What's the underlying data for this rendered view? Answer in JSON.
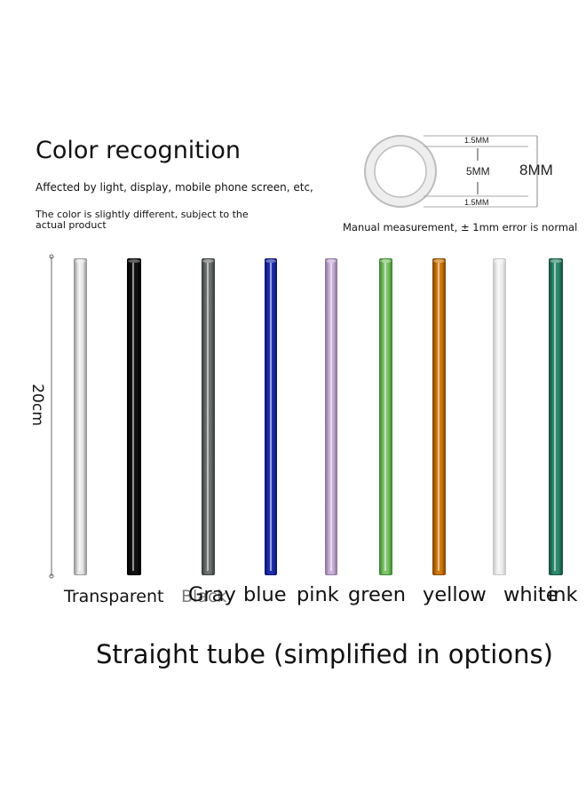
{
  "header": {
    "title": "Color recognition",
    "note_line1": "Affected by light, display, mobile phone screen, etc,",
    "note_line2": "The color is slightly different, subject to the actual product"
  },
  "diagram": {
    "wall_top": "1.5MM",
    "inner": "5MM",
    "outer": "8MM",
    "wall_bottom": "1.5MM",
    "note": "Manual measurement, ± 1mm error is normal"
  },
  "length_label": "20cm",
  "straws": [
    {
      "name": "Transparent",
      "color": "#e8e8e8",
      "edge": "#9a9a9a"
    },
    {
      "name": "Black",
      "color": "#111111",
      "edge": "#000000"
    },
    {
      "name": "Gray",
      "color": "#6f7370",
      "edge": "#3e423f"
    },
    {
      "name": "blue",
      "color": "#1f2fb0",
      "edge": "#0d1670"
    },
    {
      "name": "pink",
      "color": "#c8b1d6",
      "edge": "#8f77a0"
    },
    {
      "name": "green",
      "color": "#7fc36a",
      "edge": "#3f8a34"
    },
    {
      "name": "yellow",
      "color": "#d07a0c",
      "edge": "#8a4a00"
    },
    {
      "name": "white",
      "color": "#f0f0f0",
      "edge": "#c9c9c9"
    },
    {
      "name": "ink",
      "color": "#2f8a6d",
      "edge": "#145440"
    }
  ],
  "labels": {
    "transparent": "Transparent",
    "black": "Black",
    "gray": "Gray",
    "blue": "blue",
    "pink": "pink",
    "green": "green",
    "yellow": "yellow",
    "white": "white",
    "ink": "ink"
  },
  "footer": "Straight tube (simplified in options)"
}
